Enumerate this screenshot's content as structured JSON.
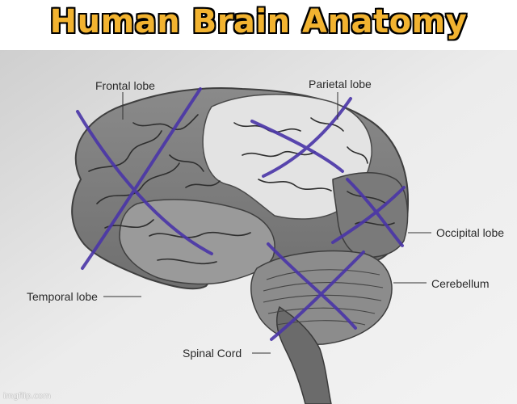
{
  "meme": {
    "title": "Human Brain Anatomy",
    "watermark": "imgflip.com"
  },
  "diagram": {
    "labels": {
      "frontal": "Frontal lobe",
      "parietal": "Parietal lobe",
      "occipital": "Occipital lobe",
      "cerebellum": "Cerebellum",
      "temporal": "Temporal lobe",
      "spinal": "Spinal Cord"
    },
    "pen_color": "#4a35a8"
  }
}
